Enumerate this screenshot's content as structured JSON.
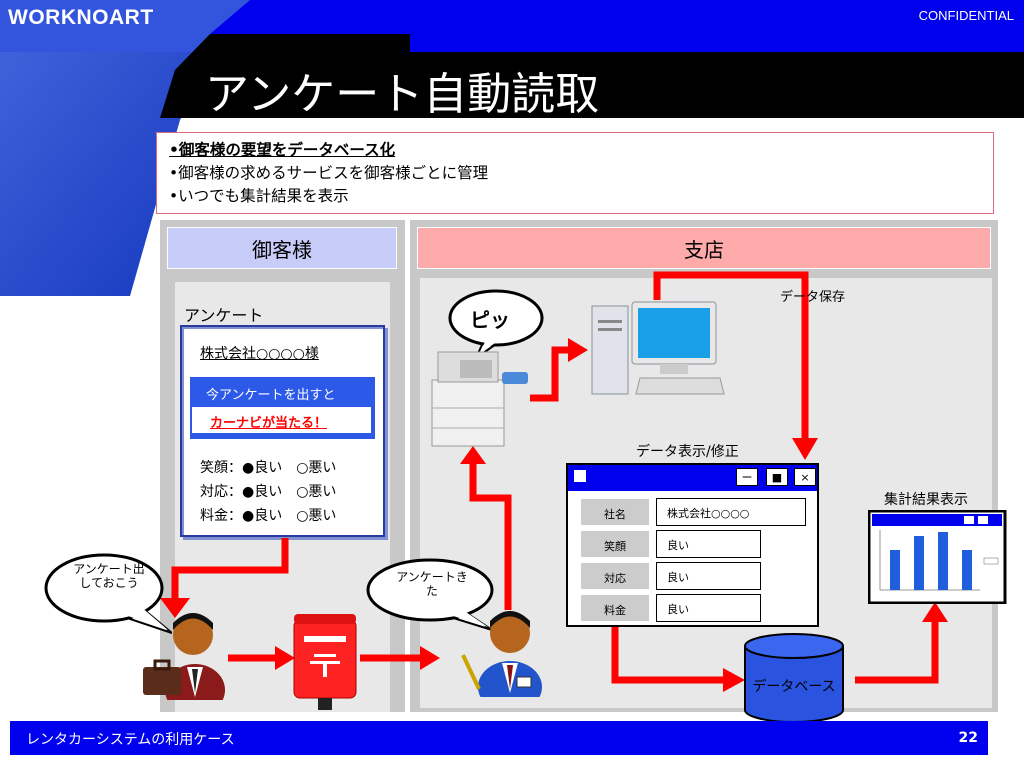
{
  "header": {
    "brand": "WORKNOART",
    "confidential": "CONFIDENTIAL",
    "title": "アンケート自動読取"
  },
  "bullets": [
    "御客様の要望をデータベース化",
    "御客様の求めるサービスを御客様ごとに管理",
    "いつでも集計結果を表示"
  ],
  "customer": {
    "header": "御客様",
    "survey_label": "アンケート",
    "company": "株式会社○○○○様",
    "promo_line1": "今アンケートを出すと",
    "promo_line2": "カーナビが当たる！",
    "rows": [
      "笑顔：●良い　○悪い",
      "対応：●良い　○悪い",
      "料金：●良い　○悪い"
    ],
    "bubble": "アンケート出しておこう"
  },
  "branch": {
    "header": "支店",
    "beep": "ピッ",
    "save_label": "データ保存",
    "edit_label": "データ表示/修正",
    "summary_label": "集計結果表示",
    "bubble": "アンケートきた",
    "db_label": "データベース",
    "form_rows": [
      {
        "label": "社名",
        "value": "株式会社○○○○"
      },
      {
        "label": "笑顔",
        "value": "良い"
      },
      {
        "label": "対応",
        "value": "良い"
      },
      {
        "label": "料金",
        "value": "良い"
      }
    ],
    "window_controls": {
      "min": "ー",
      "max": "■",
      "close": "×"
    }
  },
  "footer": {
    "text": "レンタカーシステムの利用ケース",
    "page": "22"
  },
  "colors": {
    "accent_blue": "#0000ee",
    "arrow_red": "#ff0000",
    "customer_header": "#c8ccf8",
    "branch_header": "#ffaaaa"
  }
}
